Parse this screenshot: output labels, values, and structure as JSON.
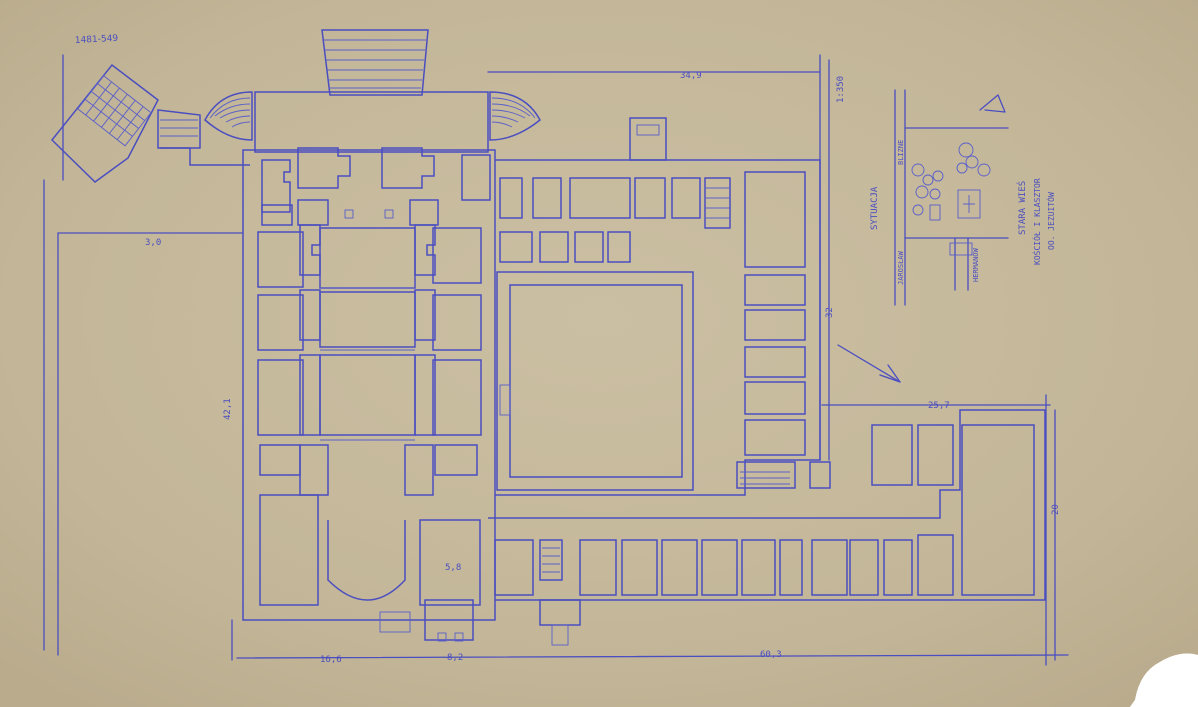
{
  "title_block": {
    "scale": "1:350",
    "ref_code": "1481-549"
  },
  "dimensions": {
    "top_width": "34,9",
    "left_offset": "3,0",
    "left_height": "42,1",
    "right_wing_height": "32",
    "bottom_left": "16,6",
    "bottom_mid": "8,2",
    "bottom_right": "60,3",
    "right_wing_width": "25,7",
    "right_height": "20",
    "passage_width": "5,8"
  },
  "situation": {
    "title": "SYTUACJA",
    "road_left": "JAROSŁAW",
    "road_right": "BLIZNE",
    "road_bottom": "HERMANÓW",
    "village": "STARA WIEŚ",
    "church_line": "KOŚCIÓŁ I KLASZTOR",
    "order_line": "OO. JEZUITÓW"
  },
  "colors": {
    "paper": "#c7bb9f",
    "ink": "#4a4ec0"
  }
}
